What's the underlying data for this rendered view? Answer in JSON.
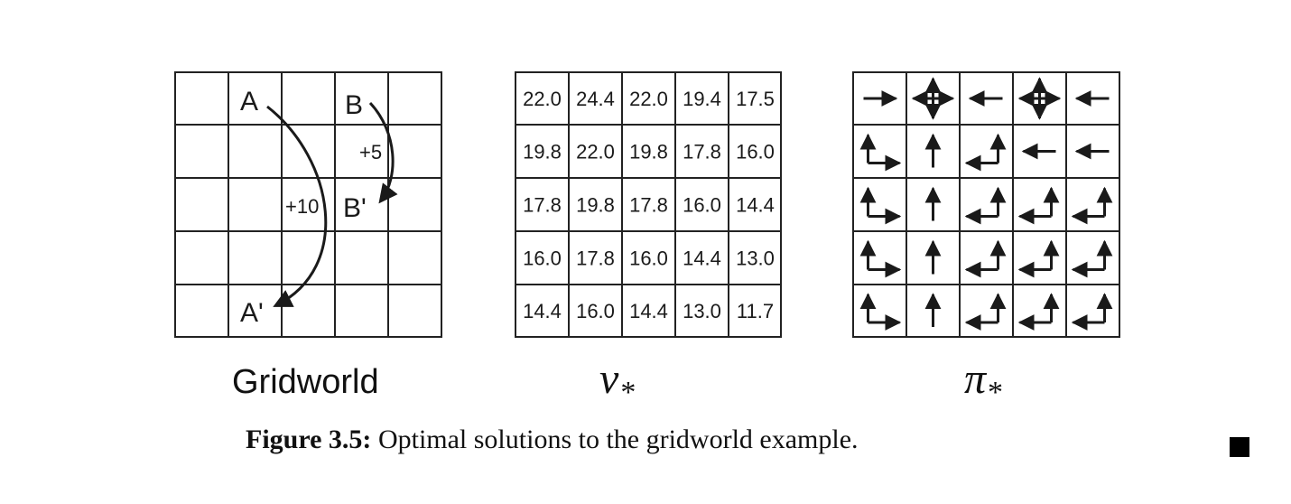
{
  "gridworld": {
    "label": "Gridworld",
    "cells": {
      "A": "A",
      "B": "B",
      "A_prime": "A'",
      "B_prime": "B'",
      "reward_a": "+10",
      "reward_b": "+5"
    }
  },
  "values": {
    "label_symbol": "v",
    "label_subscript": "*",
    "rows": [
      [
        "22.0",
        "24.4",
        "22.0",
        "19.4",
        "17.5"
      ],
      [
        "19.8",
        "22.0",
        "19.8",
        "17.8",
        "16.0"
      ],
      [
        "17.8",
        "19.8",
        "17.8",
        "16.0",
        "14.4"
      ],
      [
        "16.0",
        "17.8",
        "16.0",
        "14.4",
        "13.0"
      ],
      [
        "14.4",
        "16.0",
        "14.4",
        "13.0",
        "11.7"
      ]
    ]
  },
  "policy": {
    "label_symbol": "π",
    "label_subscript": "*",
    "rows": [
      [
        "right",
        "all",
        "left",
        "all",
        "left"
      ],
      [
        "up-right",
        "up",
        "up-left",
        "left",
        "left"
      ],
      [
        "up-right",
        "up",
        "up-left",
        "up-left",
        "up-left"
      ],
      [
        "up-right",
        "up",
        "up-left",
        "up-left",
        "up-left"
      ],
      [
        "up-right",
        "up",
        "up-left",
        "up-left",
        "up-left"
      ]
    ]
  },
  "caption": {
    "prefix": "Figure 3.5:",
    "text": " Optimal solutions to the gridworld example."
  },
  "colors": {
    "ink": "#1a1a1a",
    "background": "#ffffff"
  }
}
